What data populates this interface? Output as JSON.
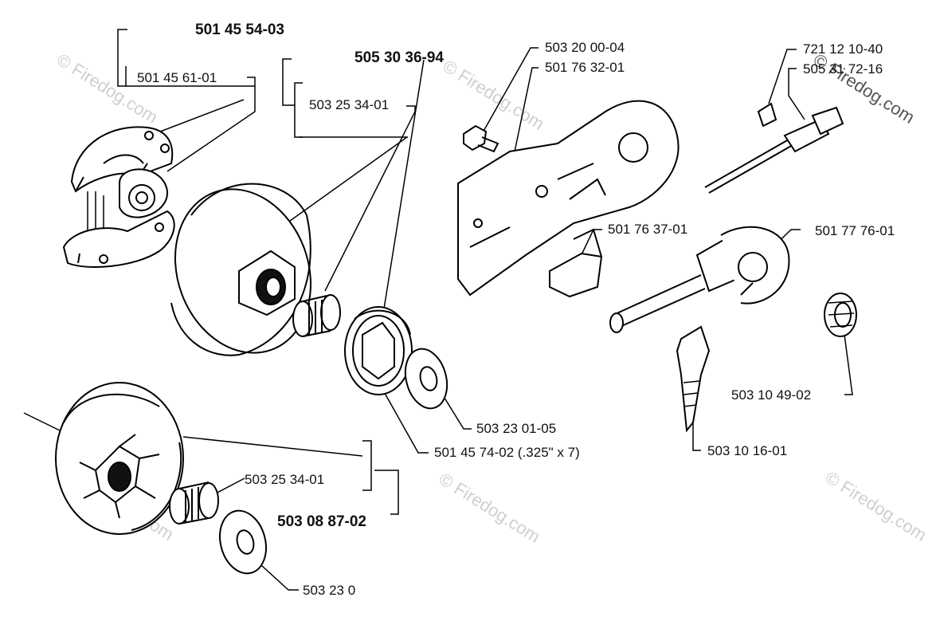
{
  "diagram": {
    "watermark": "© Firedog.com",
    "assemblies": {
      "clutch_kit": "501 45 54-03",
      "clutch_drum_kit": "505 30 36-94",
      "rim_drum_kit": "503 08 87-02"
    },
    "parts": {
      "clutch_shoes": "501 45 61-01",
      "bearing_a": "503 25 34-01",
      "screw": "503 20 00-04",
      "cover_plate": "501 76 32-01",
      "pin": "721 12 10-40",
      "pump_shaft": "505 31 72-16",
      "guide": "501 76 37-01",
      "oil_pump": "501 77 76-01",
      "worm_gear": "503 10 49-02",
      "oil_hose": "503 10 16-01",
      "washer_a": "503 23 01-05",
      "rim_sprocket": "501 45 74-02 (.325\" x 7)",
      "bearing_b": "503 25 34-01",
      "washer_b": "503 23 0"
    }
  }
}
